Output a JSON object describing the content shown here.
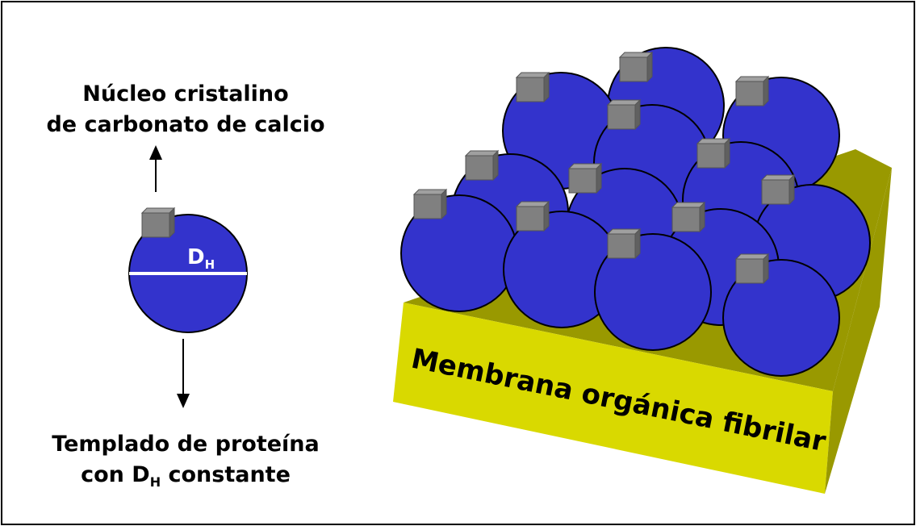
{
  "labels": {
    "nucleo_line1": "Núcleo cristalino",
    "nucleo_line2": "de carbonato de calcio",
    "templado_line1": "Templado de proteína",
    "templado_line2_pre": "con D",
    "templado_line2_sub": "H",
    "templado_line2_post": " constante",
    "dh_main": "D",
    "dh_sub": "H",
    "membrane": "Membrana orgánica fibrilar"
  },
  "colors": {
    "sphere": "#3333cc",
    "membrane_top": "#999900",
    "membrane_front": "#d9d900",
    "crystal_front": "#808080",
    "crystal_top": "#a0a0a0",
    "crystal_side": "#606060",
    "outline": "#000000"
  },
  "icons": {
    "crystal": "gray-cube-icon",
    "sphere": "blue-sphere-icon",
    "arrow": "arrow-icon"
  }
}
